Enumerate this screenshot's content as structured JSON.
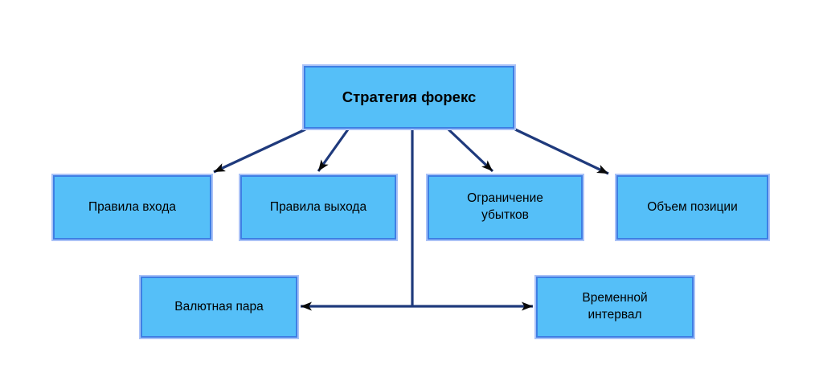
{
  "diagram": {
    "type": "flowchart",
    "language": "ru",
    "root": {
      "label": "Стратегия форекс"
    },
    "level1": [
      {
        "id": "entry-rules",
        "label": "Правила входа"
      },
      {
        "id": "exit-rules",
        "label": "Правила выхода"
      },
      {
        "id": "loss-limit",
        "label": "Ограничение\nубытков"
      },
      {
        "id": "position-size",
        "label": "Объем позиции"
      }
    ],
    "level2": [
      {
        "id": "currency-pair",
        "label": "Валютная пара"
      },
      {
        "id": "time-interval",
        "label": "Временной\nинтервал"
      }
    ],
    "colors": {
      "node_fill": "#55bff8",
      "node_border": "#3e7fe4",
      "node_outline": "#aac2f7",
      "connector": "#1f3a7c",
      "arrowhead": "#0a0a0a",
      "text": "#000000",
      "background": "#ffffff"
    }
  }
}
